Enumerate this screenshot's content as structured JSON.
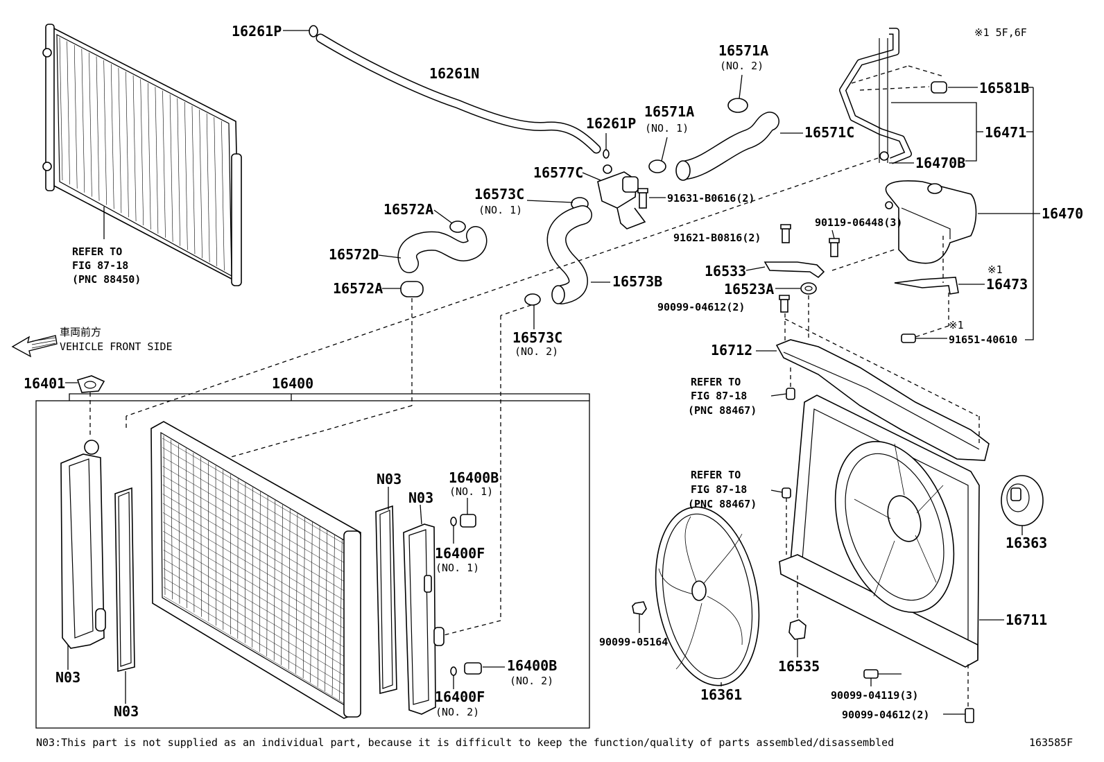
{
  "labels": {
    "p16261P_top": "16261P",
    "p16261N": "16261N",
    "p16261P_mid": "16261P",
    "p16571A_top": "16571A",
    "p16571A_top_no": "(NO. 2)",
    "p16571A_mid": "16571A",
    "p16571A_mid_no": "(NO. 1)",
    "p16571C": "16571C",
    "p16577C": "16577C",
    "p16573C_top": "16573C",
    "p16573C_top_no": "(NO. 1)",
    "p91631": "91631-B0616(2)",
    "p16572A_top": "16572A",
    "p16572D": "16572D",
    "p16572A_bot": "16572A",
    "p16573B": "16573B",
    "p16573C_bot": "16573C",
    "p16573C_bot_no": "(NO. 2)",
    "p16581B": "16581B",
    "p16471": "16471",
    "p16470B": "16470B",
    "p16470": "16470",
    "p90119": "90119-06448(3)",
    "p91621": "91621-B0816(2)",
    "p16533": "16533",
    "p16523A": "16523A",
    "p90099_04612_top": "90099-04612(2)",
    "p16473": "16473",
    "p16473_mark": "※1",
    "p91651": "91651-40610",
    "p91651_mark": "※1",
    "p16712": "16712",
    "p16401": "16401",
    "p16400": "16400",
    "p16400B_top": "16400B",
    "p16400B_top_no": "(NO. 1)",
    "p16400F_top": "16400F",
    "p16400F_top_no": "(NO. 1)",
    "p16400B_bot": "16400B",
    "p16400B_bot_no": "(NO. 2)",
    "p16400F_bot": "16400F",
    "p16400F_bot_no": "(NO. 2)",
    "n03_a": "N03",
    "n03_b": "N03",
    "n03_c": "N03",
    "n03_d": "N03",
    "p16363": "16363",
    "p16711": "16711",
    "p90099_05164": "90099-05164",
    "p16361": "16361",
    "p16535": "16535",
    "p90099_04119": "90099-04119(3)",
    "p90099_04612_bot": "90099-04612(2)"
  },
  "refs": {
    "condenser": [
      "REFER TO",
      "FIG 87-18",
      "(PNC 88450)"
    ],
    "bracket": [
      "REFER TO",
      "FIG 87-18",
      "(PNC 88467)"
    ],
    "fan": [
      "REFER TO",
      "FIG 87-18",
      "(PNC 88467)"
    ]
  },
  "header": {
    "variant_note": "※1 5F,6F",
    "front_jp": "車両前方",
    "front_en": "VEHICLE FRONT SIDE"
  },
  "footer": {
    "note": "N03:This part is not supplied as an individual part, because it is difficult to keep the function/quality of parts assembled/disassembled",
    "illustration_id": "163585F"
  }
}
